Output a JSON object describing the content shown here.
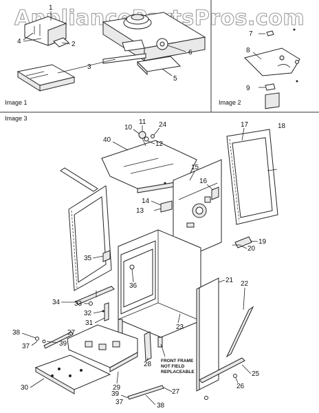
{
  "watermark": "AppliancePartsPros.com",
  "panels": [
    {
      "label": "Image 1"
    },
    {
      "label": "Image 2"
    },
    {
      "label": "Image 3"
    }
  ],
  "callouts": {
    "c1": "1",
    "c2": "2",
    "c3": "3",
    "c4": "4",
    "c5": "5",
    "c6": "6",
    "c7": "7",
    "c8": "8",
    "c9": "9",
    "c10": "10",
    "c11": "11",
    "c12": "12",
    "c13": "13",
    "c14": "14",
    "c15": "15",
    "c16": "16",
    "c17": "17",
    "c18": "18",
    "c19": "19",
    "c20": "20",
    "c21": "21",
    "c22": "22",
    "c23": "23",
    "c24": "24",
    "c25": "25",
    "c26": "26",
    "c27": "27",
    "c27b": "27",
    "c28": "28",
    "c29": "29",
    "c30": "30",
    "c31": "31",
    "c32": "32",
    "c33": "33",
    "c34": "34",
    "c35": "35",
    "c36": "36",
    "c37": "37",
    "c37b": "37",
    "c38": "38",
    "c38b": "38",
    "c39": "39",
    "c39b": "39",
    "c40": "40"
  },
  "note": {
    "line1": "FRONT FRAME",
    "line2": "NOT FIELD",
    "line3": "REPLACEABLE"
  }
}
